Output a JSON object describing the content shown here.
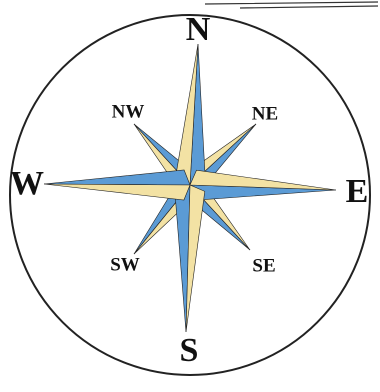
{
  "compass": {
    "labels": {
      "n": "N",
      "ne": "NE",
      "e": "E",
      "se": "SE",
      "s": "S",
      "sw": "SW",
      "w": "W",
      "nw": "NW"
    },
    "colors": {
      "blue": "#5b9bd5",
      "cream": "#f3e2a4",
      "outline": "#222222",
      "background": "#ffffff"
    }
  }
}
